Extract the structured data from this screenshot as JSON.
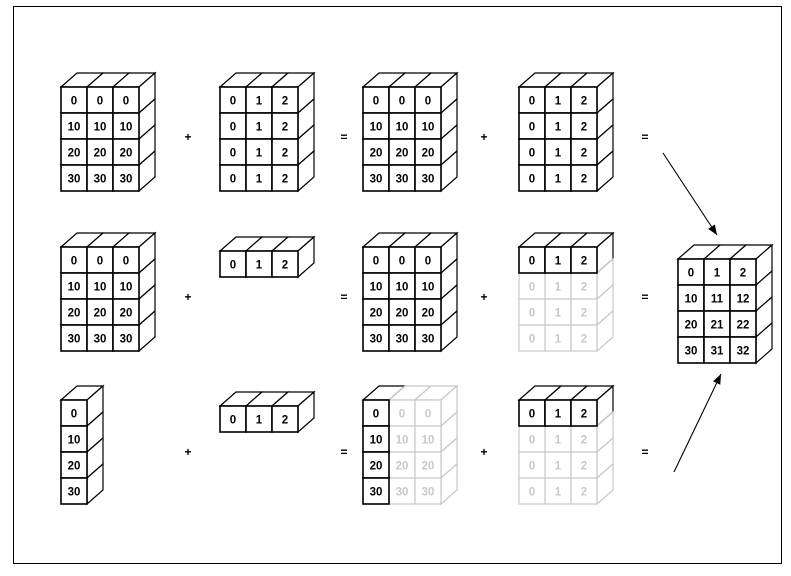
{
  "caption": "",
  "operators": {
    "plus": "+",
    "equals": "="
  },
  "rows": [
    {
      "left": {
        "values": [
          [
            "0",
            "0",
            "0"
          ],
          [
            "10",
            "10",
            "10"
          ],
          [
            "20",
            "20",
            "20"
          ],
          [
            "30",
            "30",
            "30"
          ]
        ]
      },
      "right": {
        "values": [
          [
            "0",
            "1",
            "2"
          ],
          [
            "0",
            "1",
            "2"
          ],
          [
            "0",
            "1",
            "2"
          ],
          [
            "0",
            "1",
            "2"
          ]
        ]
      },
      "bcast_left": {
        "values": [
          [
            "0",
            "0",
            "0"
          ],
          [
            "10",
            "10",
            "10"
          ],
          [
            "20",
            "20",
            "20"
          ],
          [
            "30",
            "30",
            "30"
          ]
        ],
        "faded_cols": []
      },
      "bcast_right": {
        "values": [
          [
            "0",
            "1",
            "2"
          ],
          [
            "0",
            "1",
            "2"
          ],
          [
            "0",
            "1",
            "2"
          ],
          [
            "0",
            "1",
            "2"
          ]
        ],
        "faded_rows": []
      }
    },
    {
      "left": {
        "values": [
          [
            "0",
            "0",
            "0"
          ],
          [
            "10",
            "10",
            "10"
          ],
          [
            "20",
            "20",
            "20"
          ],
          [
            "30",
            "30",
            "30"
          ]
        ]
      },
      "right": {
        "values": [
          [
            "0",
            "1",
            "2"
          ]
        ]
      },
      "bcast_left": {
        "values": [
          [
            "0",
            "0",
            "0"
          ],
          [
            "10",
            "10",
            "10"
          ],
          [
            "20",
            "20",
            "20"
          ],
          [
            "30",
            "30",
            "30"
          ]
        ],
        "faded_cols": []
      },
      "bcast_right": {
        "values": [
          [
            "0",
            "1",
            "2"
          ],
          [
            "0",
            "1",
            "2"
          ],
          [
            "0",
            "1",
            "2"
          ],
          [
            "0",
            "1",
            "2"
          ]
        ],
        "faded_rows": [
          1,
          2,
          3
        ]
      }
    },
    {
      "left": {
        "values": [
          [
            "0"
          ],
          [
            "10"
          ],
          [
            "20"
          ],
          [
            "30"
          ]
        ]
      },
      "right": {
        "values": [
          [
            "0",
            "1",
            "2"
          ]
        ]
      },
      "bcast_left": {
        "values": [
          [
            "0",
            "0",
            "0"
          ],
          [
            "10",
            "10",
            "10"
          ],
          [
            "20",
            "20",
            "20"
          ],
          [
            "30",
            "30",
            "30"
          ]
        ],
        "faded_cols": [
          1,
          2
        ]
      },
      "bcast_right": {
        "values": [
          [
            "0",
            "1",
            "2"
          ],
          [
            "0",
            "1",
            "2"
          ],
          [
            "0",
            "1",
            "2"
          ],
          [
            "0",
            "1",
            "2"
          ]
        ],
        "faded_rows": [
          1,
          2,
          3
        ]
      }
    }
  ],
  "result": {
    "values": [
      [
        "0",
        "1",
        "2"
      ],
      [
        "10",
        "11",
        "12"
      ],
      [
        "20",
        "21",
        "22"
      ],
      [
        "30",
        "31",
        "32"
      ]
    ]
  }
}
